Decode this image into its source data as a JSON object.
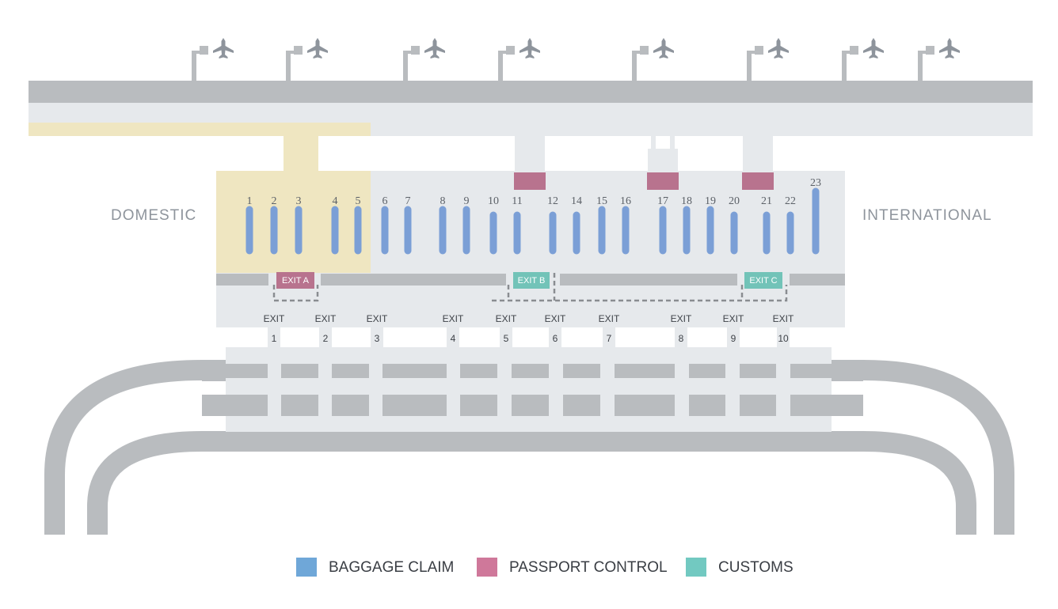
{
  "colors": {
    "baggage_claim": "#7b9fd6",
    "passport_control": "#b8738e",
    "customs": "#72c3b8",
    "domestic_zone": "#efe6c1",
    "terminal_floor": "#e6e9ec",
    "road": "#b9bcbf"
  },
  "zones": {
    "domestic": "DOMESTIC",
    "international": "INTERNATIONAL"
  },
  "carousels": [
    "1",
    "2",
    "3",
    "4",
    "5",
    "6",
    "7",
    "8",
    "9",
    "10",
    "11",
    "12",
    "14",
    "15",
    "16",
    "17",
    "18",
    "19",
    "20",
    "21",
    "22",
    "23"
  ],
  "exit_badges": [
    {
      "label": "EXIT A",
      "type": "passport_control"
    },
    {
      "label": "EXIT B",
      "type": "customs"
    },
    {
      "label": "EXIT C",
      "type": "customs"
    }
  ],
  "exits": {
    "word": "EXIT",
    "numbers": [
      "1",
      "2",
      "3",
      "4",
      "5",
      "6",
      "7",
      "8",
      "9",
      "10"
    ]
  },
  "gates": {
    "icon": "airplane-icon",
    "count": 8
  },
  "legend": [
    {
      "label": "BAGGAGE CLAIM",
      "color": "#6fa7d8"
    },
    {
      "label": "PASSPORT CONTROL",
      "color": "#cf789a"
    },
    {
      "label": "CUSTOMS",
      "color": "#72c9c1"
    }
  ]
}
